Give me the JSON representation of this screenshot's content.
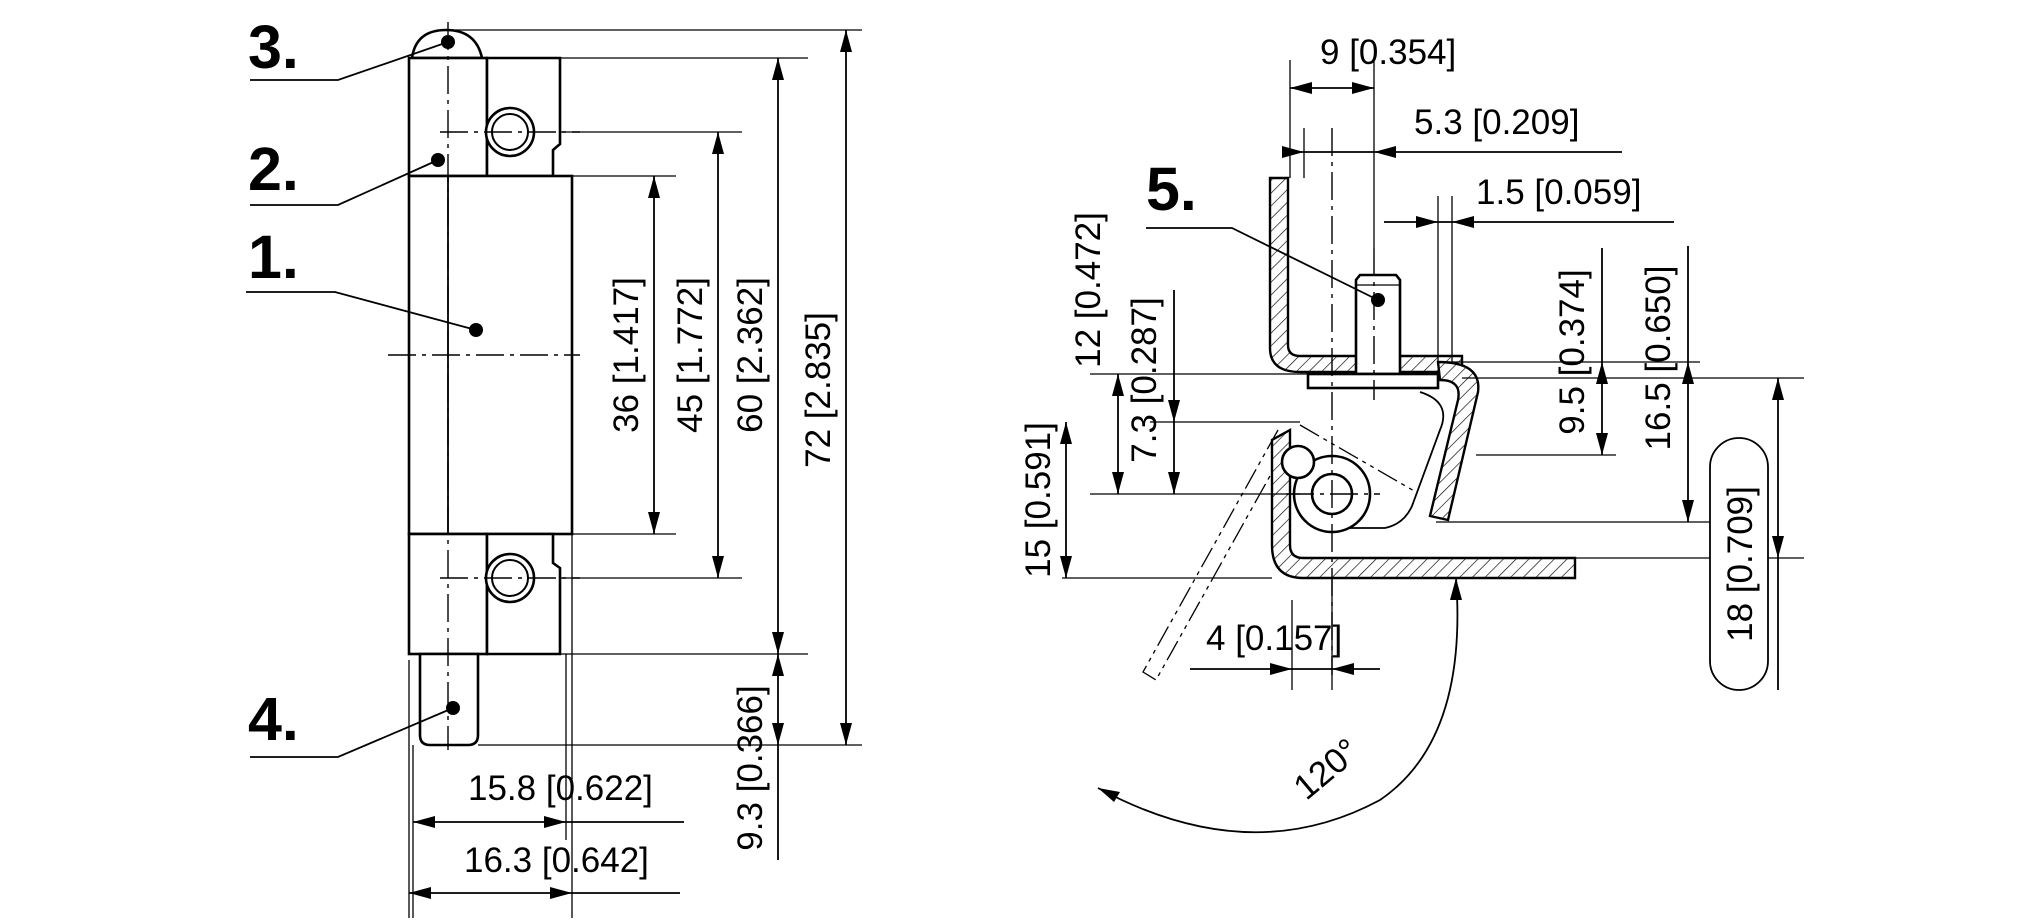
{
  "left_view": {
    "callouts": [
      "3.",
      "2.",
      "1.",
      "4."
    ],
    "dimensions": {
      "d36": "36 [1.417]",
      "d45": "45 [1.772]",
      "d60": "60 [2.362]",
      "d72": "72 [2.835]",
      "d93": "9.3 [0.366]",
      "d158": "15.8 [0.622]",
      "d163": "16.3 [0.642]"
    }
  },
  "right_view": {
    "callout": "5.",
    "dimensions": {
      "d9": "9 [0.354]",
      "d53": "5.3 [0.209]",
      "d15": "1.5 [0.059]",
      "d12": "12 [0.472]",
      "d73": "7.3 [0.287]",
      "d150": "15 [0.591]",
      "d95": "9.5 [0.374]",
      "d165": "16.5 [0.650]",
      "d18": "18 [0.709]",
      "d4": "4 [0.157]",
      "angle": "120°"
    }
  }
}
